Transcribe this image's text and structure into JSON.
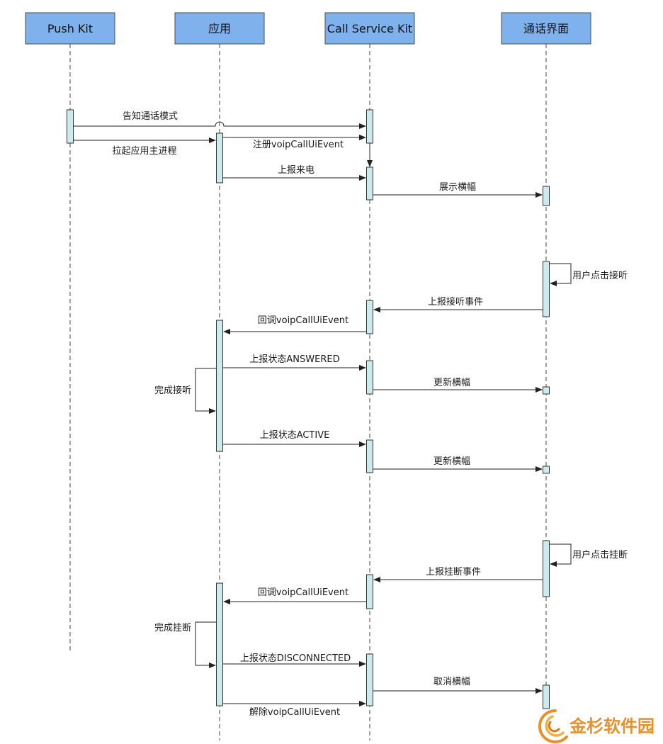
{
  "participants": [
    {
      "id": "pushkit",
      "label": "Push Kit"
    },
    {
      "id": "app",
      "label": "应用"
    },
    {
      "id": "callkit",
      "label": "Call Service Kit"
    },
    {
      "id": "ui",
      "label": "通话界面"
    }
  ],
  "messages": [
    {
      "id": "notify-call-mode",
      "from": "pushkit",
      "to": "callkit",
      "label": "告知通话模式"
    },
    {
      "id": "launch-app",
      "from": "pushkit",
      "to": "app",
      "label": "拉起应用主进程"
    },
    {
      "id": "register-event",
      "from": "app",
      "to": "callkit",
      "label": "注册voipCallUiEvent"
    },
    {
      "id": "report-incoming",
      "from": "app",
      "to": "callkit",
      "label": "上报来电"
    },
    {
      "id": "show-banner",
      "from": "callkit",
      "to": "ui",
      "label": "展示横幅"
    },
    {
      "id": "user-answer",
      "from": "ui",
      "to": "ui",
      "label": "用户点击接听"
    },
    {
      "id": "report-answer-event",
      "from": "ui",
      "to": "callkit",
      "label": "上报接听事件"
    },
    {
      "id": "callback-answer",
      "from": "callkit",
      "to": "app",
      "label": "回调voipCallUiEvent"
    },
    {
      "id": "report-answered",
      "from": "app",
      "to": "callkit",
      "label": "上报状态ANSWERED"
    },
    {
      "id": "complete-answer",
      "from": "app",
      "to": "app",
      "label": "完成接听"
    },
    {
      "id": "update-banner-1",
      "from": "callkit",
      "to": "ui",
      "label": "更新横幅"
    },
    {
      "id": "report-active",
      "from": "app",
      "to": "callkit",
      "label": "上报状态ACTIVE"
    },
    {
      "id": "update-banner-2",
      "from": "callkit",
      "to": "ui",
      "label": "更新横幅"
    },
    {
      "id": "user-hangup",
      "from": "ui",
      "to": "ui",
      "label": "用户点击挂断"
    },
    {
      "id": "report-hangup-event",
      "from": "ui",
      "to": "callkit",
      "label": "上报挂断事件"
    },
    {
      "id": "callback-hangup",
      "from": "callkit",
      "to": "app",
      "label": "回调voipCallUiEvent"
    },
    {
      "id": "complete-hangup",
      "from": "app",
      "to": "app",
      "label": "完成挂断"
    },
    {
      "id": "report-disconnected",
      "from": "app",
      "to": "callkit",
      "label": "上报状态DISCONNECTED"
    },
    {
      "id": "cancel-banner",
      "from": "callkit",
      "to": "ui",
      "label": "取消横幅"
    },
    {
      "id": "unregister-event",
      "from": "app",
      "to": "callkit",
      "label": "解除voipCallUiEvent"
    }
  ],
  "watermark": {
    "text": "金杉软件园"
  },
  "colors": {
    "header_fill": "#7fb2ec",
    "header_stroke": "#4a4a4a",
    "activation_fill": "#cdebed",
    "line": "#333333",
    "watermark": "#e8902a"
  }
}
